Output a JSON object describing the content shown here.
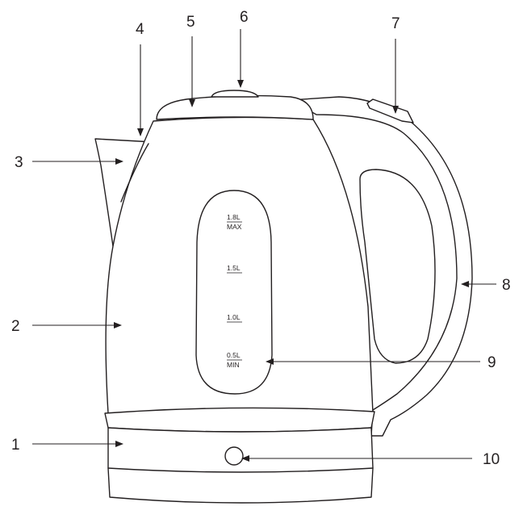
{
  "callouts": [
    {
      "number": "1"
    },
    {
      "number": "2"
    },
    {
      "number": "3"
    },
    {
      "number": "4"
    },
    {
      "number": "5"
    },
    {
      "number": "6"
    },
    {
      "number": "7"
    },
    {
      "number": "8"
    },
    {
      "number": "9"
    },
    {
      "number": "10"
    }
  ],
  "water_window": {
    "marks": [
      {
        "value": "1.8L",
        "note": "MAX"
      },
      {
        "value": "1.5L",
        "note": ""
      },
      {
        "value": "1.0L",
        "note": ""
      },
      {
        "value": "0.5L",
        "note": "MIN"
      }
    ]
  },
  "colors": {
    "line": "#231f20",
    "background": "#ffffff"
  }
}
